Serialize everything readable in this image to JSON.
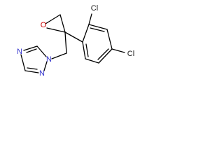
{
  "structure": {
    "atoms": {
      "oxygen": "O",
      "nitrogen_1": "N",
      "nitrogen_2": "N",
      "nitrogen_4": "N",
      "chlorine_ortho": "Cl",
      "chlorine_para": "Cl"
    },
    "colors": {
      "bond": "#000000",
      "nitrogen": "#3333cc",
      "oxygen": "#cc0000",
      "chlorine": "#1a1a1a",
      "background": "#ffffff"
    }
  }
}
